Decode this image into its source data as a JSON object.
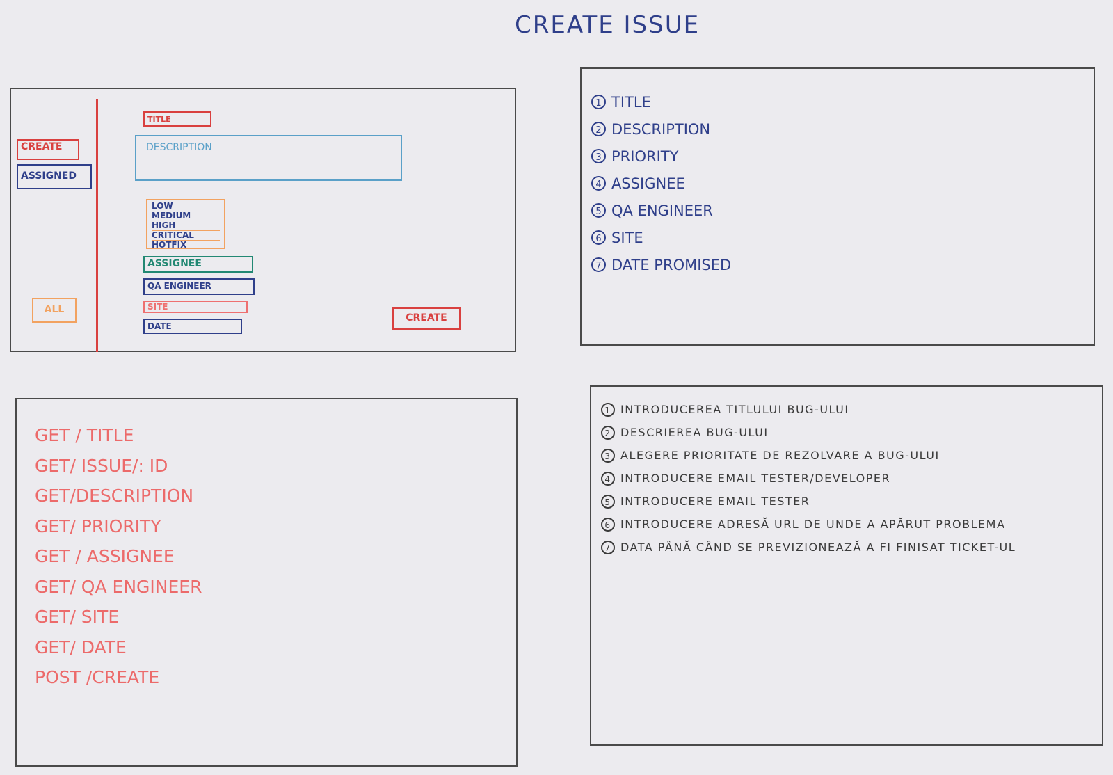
{
  "title": "CREATE ISSUE",
  "wireframe": {
    "sidebar": {
      "create": "CREATE",
      "assigned": "ASSIGNED",
      "all": "ALL"
    },
    "form": {
      "title": "TITLE",
      "description": "DESCRIPTION",
      "priorities": [
        "LOW",
        "MEDIUM",
        "HIGH",
        "CRITICAL",
        "HOTFIX"
      ],
      "assignee": "ASSIGNEE",
      "qa_engineer": "QA ENGINEER",
      "site": "SITE",
      "date": "DATE",
      "create_button": "CREATE"
    }
  },
  "fields": [
    {
      "num": "1",
      "label": "TITLE"
    },
    {
      "num": "2",
      "label": "DESCRIPTION"
    },
    {
      "num": "3",
      "label": "PRIORITY"
    },
    {
      "num": "4",
      "label": "ASSIGNEE"
    },
    {
      "num": "5",
      "label": "QA ENGINEER"
    },
    {
      "num": "6",
      "label": "SITE"
    },
    {
      "num": "7",
      "label": "DATE PROMISED"
    }
  ],
  "endpoints": [
    "GET / TITLE",
    "GET/ ISSUE/: ID",
    "GET/DESCRIPTION",
    "GET/ PRIORITY",
    "GET / ASSIGNEE",
    "GET/ QA ENGINEER",
    "GET/ SITE",
    "GET/ DATE",
    "POST /CREATE"
  ],
  "descriptions": [
    {
      "num": "1",
      "text": "INTRODUCEREA TITLULUI BUG-ULUI"
    },
    {
      "num": "2",
      "text": "DESCRIEREA BUG-ULUI"
    },
    {
      "num": "3",
      "text": "ALEGERE PRIORITATE DE REZOLVARE A BUG-ULUI"
    },
    {
      "num": "4",
      "text": "INTRODUCERE EMAIL TESTER/DEVELOPER"
    },
    {
      "num": "5",
      "text": "INTRODUCERE EMAIL TESTER"
    },
    {
      "num": "6",
      "text": "INTRODUCERE ADRESĂ URL DE UNDE A APĂRUT PROBLEMA"
    },
    {
      "num": "7",
      "text": "DATA PÂNĂ CÂND SE PREVIZIONEAZĂ A FI FINISAT TICKET-UL"
    }
  ]
}
